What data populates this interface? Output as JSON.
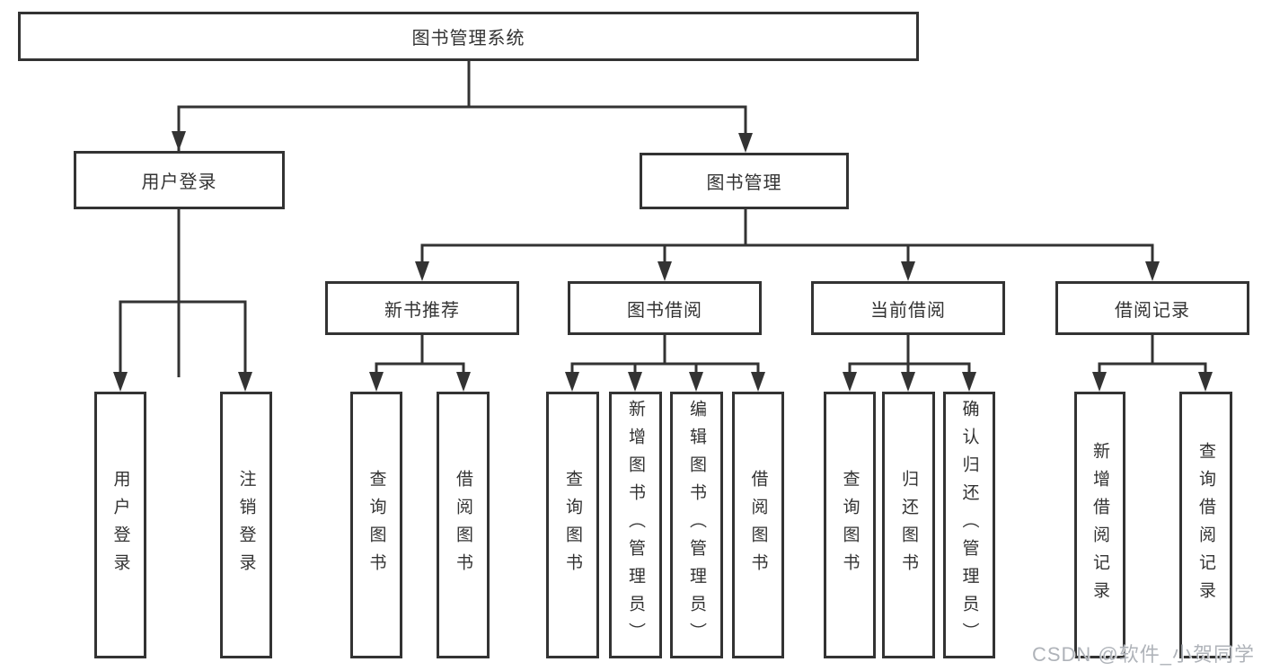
{
  "diagram": {
    "title": "图书管理系统",
    "nodes": {
      "root": "图书管理系统",
      "level2": [
        "用户登录",
        "图书管理"
      ],
      "level3": [
        "新书推荐",
        "图书借阅",
        "当前借阅",
        "借阅记录"
      ],
      "leaves_login": [
        "用户登录",
        "注销登录"
      ],
      "leaves_recommend": [
        "查询图书",
        "借阅图书"
      ],
      "leaves_borrow": [
        "查询图书",
        "新增图书（管理员）",
        "编辑图书（管理员）",
        "借阅图书"
      ],
      "leaves_current": [
        "查询图书",
        "归还图书",
        "确认归还（管理员）"
      ],
      "leaves_records": [
        "新增借阅记录",
        "查询借阅记录"
      ]
    },
    "colors": {
      "line": "#333333",
      "text": "#333333",
      "background": "#ffffff",
      "watermark": "#abafb5"
    }
  },
  "watermark": {
    "text": "CSDN @软件_小贺同学"
  }
}
